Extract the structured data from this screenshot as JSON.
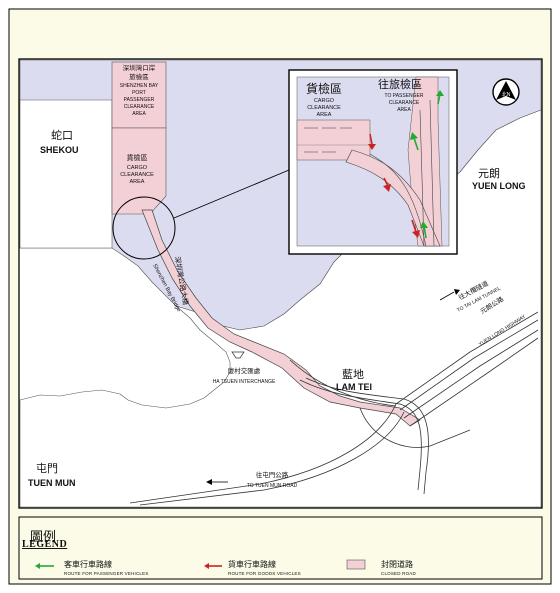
{
  "map": {
    "labels": {
      "shekou_zh": "蛇口",
      "shekou_en": "SHEKOU",
      "yuen_long_zh": "元朗",
      "yuen_long_en": "YUEN LONG",
      "lam_tei_zh": "藍地",
      "lam_tei_en": "LAM TEI",
      "tuen_mun_zh": "屯門",
      "tuen_mun_en": "TUEN MUN",
      "sz_port_zh_1": "深圳灣口岸",
      "sz_port_zh_2": "旅檢區",
      "sz_port_en_1": "SHENZHEN BAY",
      "sz_port_en_2": "PORT",
      "sz_port_en_3": "PASSENGER",
      "sz_port_en_4": "CLEARANCE",
      "sz_port_en_5": "AREA",
      "cargo_zh": "貨檢區",
      "cargo_en_1": "CARGO",
      "cargo_en_2": "CLEARANCE",
      "cargo_en_3": "AREA",
      "bridge_zh": "深圳灣公路大橋",
      "bridge_en": "Shenzhen Bay Bridge",
      "ha_tsuen_zh": "廈村交匯處",
      "ha_tsuen_en": "HA TSUEN INTERCHANGE",
      "tai_lam_zh": "往大欖隧道",
      "tai_lam_en": "TO TAI LAM TUNNEL",
      "yl_highway_zh": "元朗公路",
      "yl_highway_en": "YUEN LONG HIGHWAY",
      "tuen_mun_road_zh": "往屯門公路",
      "tuen_mun_road_en": "TO TUEN MUN ROAD",
      "north_arrow": "北N"
    },
    "inset": {
      "cargo_zh": "貨檢區",
      "cargo_en_1": "CARGO",
      "cargo_en_2": "CLEARANCE",
      "cargo_en_3": "AREA",
      "passenger_zh": "往旅檢區",
      "passenger_en_1": "TO PASSENGER",
      "passenger_en_2": "CLEARANCE",
      "passenger_en_3": "AREA"
    },
    "colors": {
      "sea": "#dcdcf0",
      "closed_road": "#f3cfd6",
      "passenger_arrow": "#22aa33",
      "goods_arrow": "#cc2222"
    }
  },
  "legend": {
    "title_zh": "圖例",
    "title_en": "LEGEND",
    "items": [
      {
        "zh": "客車行車路線",
        "en": "ROUTE FOR PASSENGER VEHICLES"
      },
      {
        "zh": "貨車行車路線",
        "en": "ROUTE FOR GOODS VEHICLES"
      },
      {
        "zh": "封閉道路",
        "en": "CLOSED ROAD"
      }
    ]
  }
}
